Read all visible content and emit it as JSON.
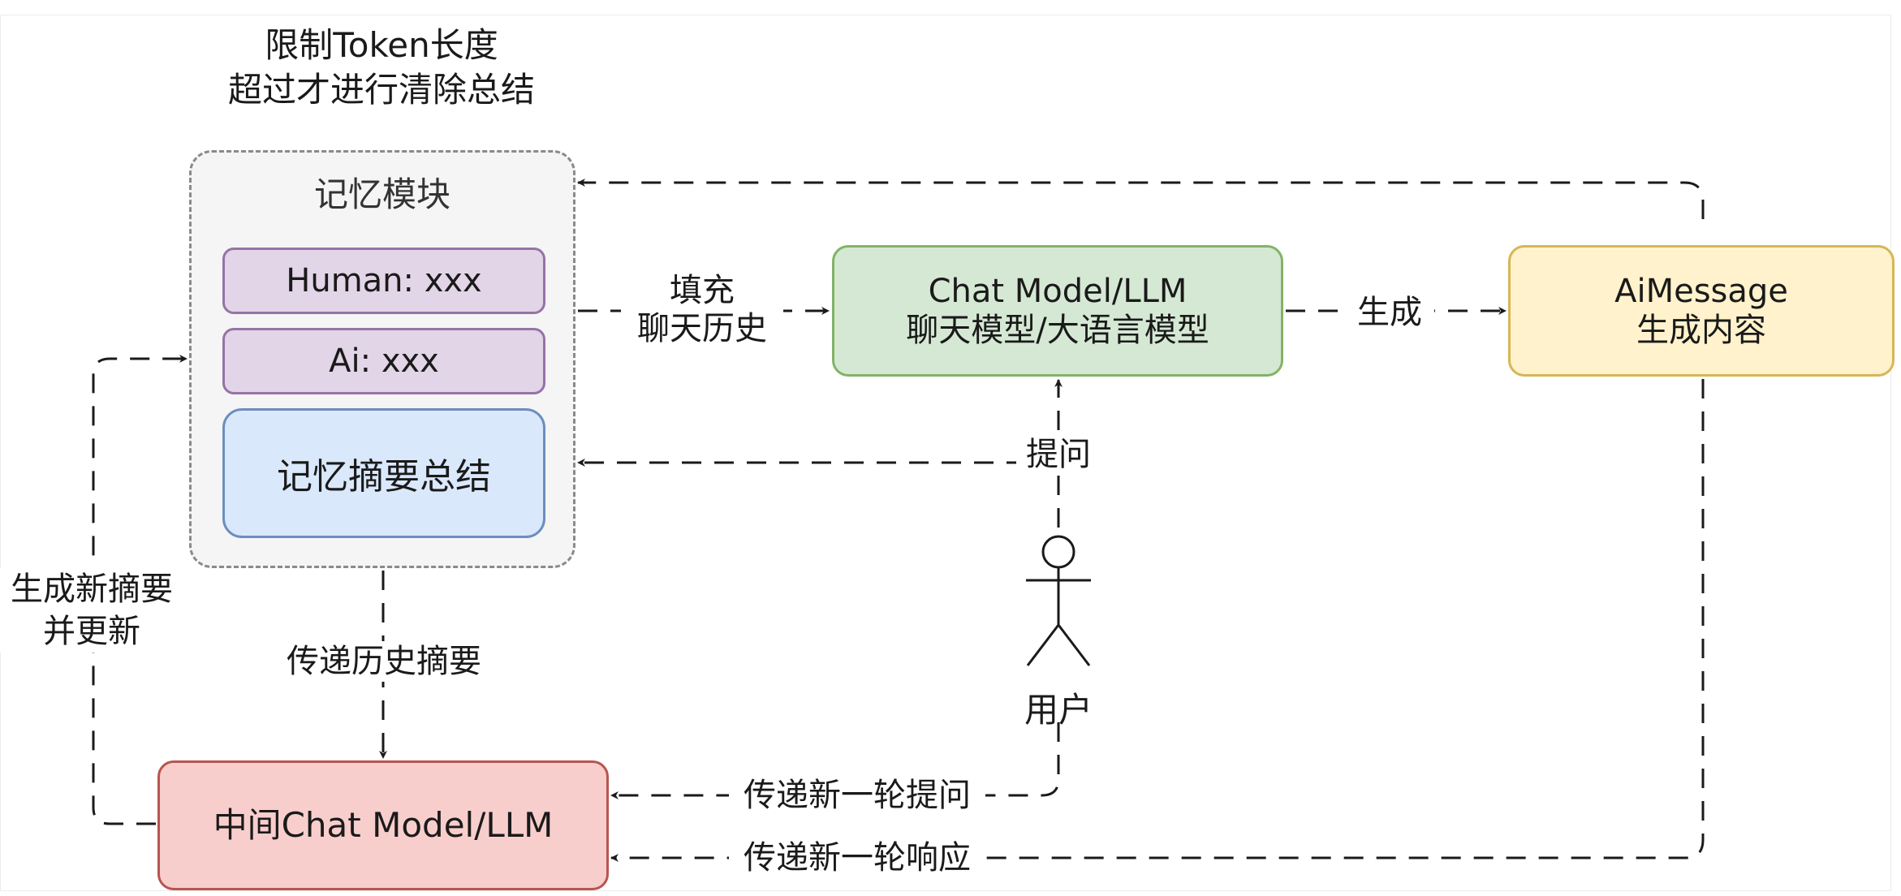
{
  "top_note": {
    "line1": "限制Token长度",
    "line2": "超过才进行清除总结"
  },
  "memory_module": {
    "title": "记忆模块",
    "human_msg": "Human: xxx",
    "ai_msg": "Ai: xxx",
    "summary": "记忆摘要总结"
  },
  "chat_model": {
    "line1": "Chat Model/LLM",
    "line2": "聊天模型/大语言模型"
  },
  "ai_message": {
    "line1": "AiMessage",
    "line2": "生成内容"
  },
  "intermediate_model": {
    "label": "中间Chat Model/LLM"
  },
  "user": {
    "label": "用户"
  },
  "edges": {
    "fill_history_1": "填充",
    "fill_history_2": "聊天历史",
    "generate": "生成",
    "ask": "提问",
    "pass_summary": "传递历史摘要",
    "new_summary_1": "生成新摘要",
    "new_summary_2": "并更新",
    "pass_new_question": "传递新一轮提问",
    "pass_new_response": "传递新一轮响应"
  },
  "colors": {
    "memory_fill": "#f5f5f5",
    "message_fill": "#e1d5e7",
    "summary_fill": "#dae8fc",
    "chat_model_fill": "#d5e8d4",
    "ai_message_fill": "#fff2cc",
    "intermediate_fill": "#f8cecc",
    "line": "#1a1a1a"
  }
}
